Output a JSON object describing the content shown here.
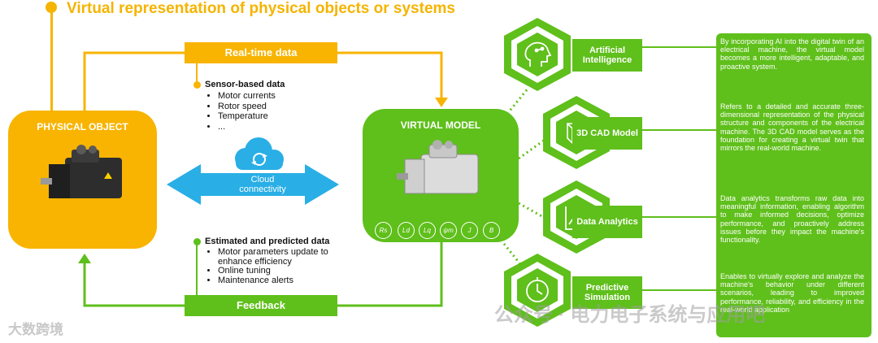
{
  "title": "Virtual representation of physical objects or systems",
  "physical_object": {
    "label": "PHYSICAL OBJECT"
  },
  "virtual_model": {
    "label": "VIRTUAL MODEL",
    "parameters": [
      "Rs",
      "Ld",
      "Lq",
      "ψm",
      "J",
      "B"
    ]
  },
  "realtime": {
    "label": "Real-time data",
    "sensor_title": "Sensor-based data",
    "sensor_items": [
      "Motor currents",
      "Rotor speed",
      "Temperature",
      "..."
    ]
  },
  "cloud": {
    "line1": "Cloud",
    "line2": "connectivity"
  },
  "feedback": {
    "label": "Feedback",
    "estimated_title": "Estimated and predicted data",
    "estimated_items": [
      "Motor parameters update to enhance efficiency",
      "Online tuning",
      "Maintenance alerts"
    ]
  },
  "features": [
    {
      "label": "Artificial Intelligence",
      "icon": "ai-head-icon",
      "description": "By incorporating AI into the digital twin of an electrical machine, the virtual model becomes a more intelligent, adaptable, and proactive system."
    },
    {
      "label": "3D CAD Model",
      "icon": "cube-icon",
      "description": "Refers to a detailed and accurate three-dimensional representation of the physical structure and components of the electrical machine. The 3D CAD model serves as the foundation for creating a virtual twin that mirrors the real-world machine."
    },
    {
      "label": "Data Analytics",
      "icon": "chart-icon",
      "description": "Data analytics transforms raw data into meaningful information, enabling algorithm to make informed decisions, optimize performance, and proactively address issues before they impact the machine's functionality."
    },
    {
      "label": "Predictive Simulation",
      "icon": "timer-icon",
      "description": "Enables to virtually explore and analyze the machine's behavior under different scenarios, leading to improved performance, reliability, and efficiency in the real-world application"
    }
  ],
  "colors": {
    "orange": "#f8b400",
    "green": "#5fbf1b",
    "blue": "#29aee6"
  },
  "watermarks": {
    "left": "大数跨境",
    "right": "公众号 · 电力电子系统与应用吧"
  }
}
